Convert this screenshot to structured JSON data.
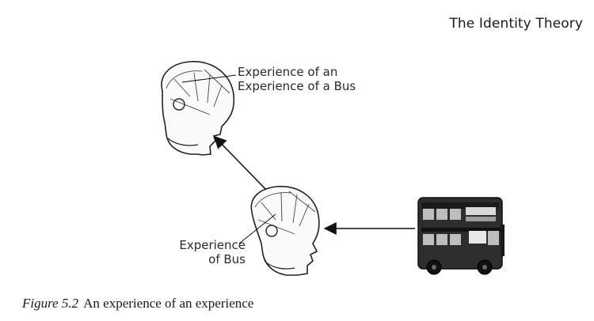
{
  "header": {
    "title": "The Identity Theory"
  },
  "figure": {
    "label_top_line1": "Experience of an",
    "label_top_line2": "Experience of a Bus",
    "label_bottom_line1": "Experience",
    "label_bottom_line2": "of Bus",
    "caption_number": "Figure 5.2",
    "caption_text": "An experience of an experience"
  },
  "icons": {
    "upper": "phrenology-head-icon",
    "lower": "phrenology-head-icon",
    "vehicle": "double-decker-bus-icon"
  }
}
